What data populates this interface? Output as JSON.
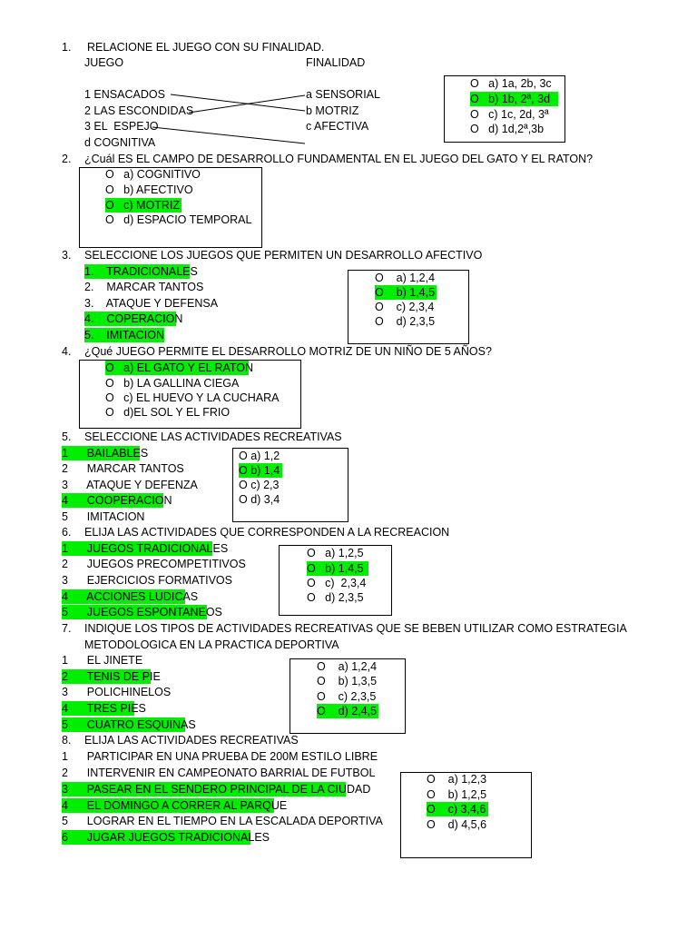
{
  "questions": [
    {
      "number": "1.",
      "prompt": "RELACIONE EL JUEGO CON SU FINALIDAD.",
      "col_left": "JUEGO",
      "col_right": "FINALIDAD",
      "left_items": [
        "1 ENSACADOS",
        "2 LAS ESCONDIDAS",
        "3 EL  ESPEJO",
        "d COGNITIVA"
      ],
      "right_items": [
        "a SENSORIAL",
        "b MOTRIZ",
        "c AFECTIVA"
      ],
      "options": [
        {
          "mark": "O",
          "text": "a) 1a, 2b, 3c",
          "hl": false
        },
        {
          "mark": "O",
          "text": "b) 1b, 2ª, 3d",
          "hl": true
        },
        {
          "mark": "O",
          "text": "c) 1c, 2d, 3ª",
          "hl": false
        },
        {
          "mark": "O",
          "text": "d) 1d,2ª,3b",
          "hl": false
        }
      ]
    },
    {
      "number": "2.",
      "prompt": "¿Cuál ES EL CAMPO DE DESARROLLO FUNDAMENTAL EN EL JUEGO DEL GATO Y EL RATON?",
      "options": [
        {
          "mark": "O",
          "text": "a) COGNITIVO",
          "hl": false
        },
        {
          "mark": "O",
          "text": "b) AFECTIVO",
          "hl": false
        },
        {
          "mark": "O",
          "text": "c) MOTRIZ",
          "hl": true
        },
        {
          "mark": "O",
          "text": "d) ESPACIO TEMPORAL",
          "hl": false
        }
      ]
    },
    {
      "number": "3.",
      "prompt": "SELECCIONE LOS JUEGOS QUE PERMITEN UN DESARROLLO AFECTIVO",
      "items": [
        {
          "num": "1.",
          "text": "TRADICIONALES",
          "hl": true
        },
        {
          "num": "2.",
          "text": "MARCAR TANTOS",
          "hl": false
        },
        {
          "num": "3.",
          "text": "ATAQUE Y DEFENSA",
          "hl": false
        },
        {
          "num": "4.",
          "text": "COPERACION",
          "hl": true
        },
        {
          "num": "5.",
          "text": "IMITACION",
          "hl": true
        }
      ],
      "options": [
        {
          "mark": "O",
          "text": "a) 1,2,4",
          "hl": false
        },
        {
          "mark": "O",
          "text": "b) 1,4,5",
          "hl": true
        },
        {
          "mark": "O",
          "text": "c) 2,3,4",
          "hl": false
        },
        {
          "mark": "O",
          "text": "d) 2,3,5",
          "hl": false
        }
      ]
    },
    {
      "number": "4.",
      "prompt": "¿Qué JUEGO PERMITE EL DESARROLLO MOTRIZ DE UN NIÑO DE 5 AÑOS?",
      "options": [
        {
          "mark": "O",
          "text": "a) EL GATO Y EL RATON",
          "hl": true
        },
        {
          "mark": "O",
          "text": "b) LA GALLINA CIEGA",
          "hl": false
        },
        {
          "mark": "O",
          "text": "c) EL HUEVO Y LA CUCHARA",
          "hl": false
        },
        {
          "mark": "O",
          "text": "d)EL SOL Y EL FRIO",
          "hl": false
        }
      ]
    },
    {
      "number": "5.",
      "prompt": "SELECCIONE LAS ACTIVIDADES RECREATIVAS",
      "items": [
        {
          "num": "1",
          "text": "BAILABLES",
          "hl": true
        },
        {
          "num": "2",
          "text": "MARCAR TANTOS",
          "hl": false
        },
        {
          "num": "3",
          "text": "ATAQUE Y DEFENZA",
          "hl": false
        },
        {
          "num": "4",
          "text": "COOPERACION",
          "hl": true
        },
        {
          "num": "5",
          "text": "IMITACION",
          "hl": false
        }
      ],
      "options": [
        {
          "mark": "O",
          "text": "a) 1,2",
          "hl": false
        },
        {
          "mark": "O",
          "text": "b) 1,4",
          "hl": true
        },
        {
          "mark": "O",
          "text": "c) 2,3",
          "hl": false
        },
        {
          "mark": "O",
          "text": "d) 3,4",
          "hl": false
        }
      ]
    },
    {
      "number": "6.",
      "prompt": "ELIJA LAS ACTIVIDADES QUE CORRESPONDEN A LA RECREACION",
      "items": [
        {
          "num": "1",
          "text": "JUEGOS TRADICIONALES",
          "hl": true
        },
        {
          "num": "2",
          "text": "JUEGOS PRECOMPETITIVOS",
          "hl": false
        },
        {
          "num": "3",
          "text": "EJERCICIOS FORMATIVOS",
          "hl": false
        },
        {
          "num": "4",
          "text": "ACCIONES LUDICAS",
          "hl": true
        },
        {
          "num": "5",
          "text": "JUEGOS ESPONTANEOS",
          "hl": true
        }
      ],
      "options": [
        {
          "mark": "O",
          "text": "a) 1,2,5",
          "hl": false
        },
        {
          "mark": "O",
          "text": "b) 1,4,5",
          "hl": true
        },
        {
          "mark": "O",
          "text": "c)  2,3,4",
          "hl": false
        },
        {
          "mark": "O",
          "text": "d) 2,3,5",
          "hl": false
        }
      ]
    },
    {
      "number": "7.",
      "prompt": "INDIQUE LOS TIPOS DE ACTIVIDADES RECREATIVAS QUE SE BEBEN UTILIZAR COMO ESTRATEGIA",
      "prompt2": "METODOLOGICA EN LA PRACTICA DEPORTIVA",
      "items": [
        {
          "num": "1",
          "text": "EL JINETE",
          "hl": false
        },
        {
          "num": "2",
          "text": "TENIS DE PIE",
          "hl": true
        },
        {
          "num": "3",
          "text": "POLICHINELOS",
          "hl": false
        },
        {
          "num": "4",
          "text": "TRES PIES",
          "hl": true
        },
        {
          "num": "5",
          "text": "CUATRO ESQUINAS",
          "hl": true
        }
      ],
      "options": [
        {
          "mark": "O",
          "text": "a) 1,2,4",
          "hl": false
        },
        {
          "mark": "O",
          "text": "b) 1,3,5",
          "hl": false
        },
        {
          "mark": "O",
          "text": "c) 2,3,5",
          "hl": false
        },
        {
          "mark": "O",
          "text": "d) 2,4,5",
          "hl": true
        }
      ]
    },
    {
      "number": "8.",
      "prompt": "ELIJA LAS ACTIVIDADES RECREATIVAS",
      "items": [
        {
          "num": "1",
          "text": "PARTICIPAR EN UNA PRUEBA DE 200M ESTILO LIBRE",
          "hl": false
        },
        {
          "num": "2",
          "text": "INTERVENIR EN CAMPEONATO BARRIAL DE FUTBOL",
          "hl": false
        },
        {
          "num": "3",
          "text": "PASEAR EN EL SENDERO PRINCIPAL DE LA CIUDAD",
          "hl": true
        },
        {
          "num": "4",
          "text": "EL DOMINGO A CORRER AL PARQUE",
          "hl": true
        },
        {
          "num": "5",
          "text": "LOGRAR EN EL TIEMPO EN LA ESCALADA DEPORTIVA",
          "hl": false
        },
        {
          "num": "6",
          "text": "JUGAR JUEGOS TRADICIONALES",
          "hl": true
        }
      ],
      "options": [
        {
          "mark": "O",
          "text": "a) 1,2,3",
          "hl": false
        },
        {
          "mark": "O",
          "text": "b) 1,2,5",
          "hl": false
        },
        {
          "mark": "O",
          "text": "c) 3,4,6",
          "hl": true
        },
        {
          "mark": "O",
          "text": "d) 4,5,6",
          "hl": false
        }
      ]
    }
  ],
  "colors": {
    "highlight": "#00ee00",
    "text": "#000000",
    "border": "#000000"
  }
}
